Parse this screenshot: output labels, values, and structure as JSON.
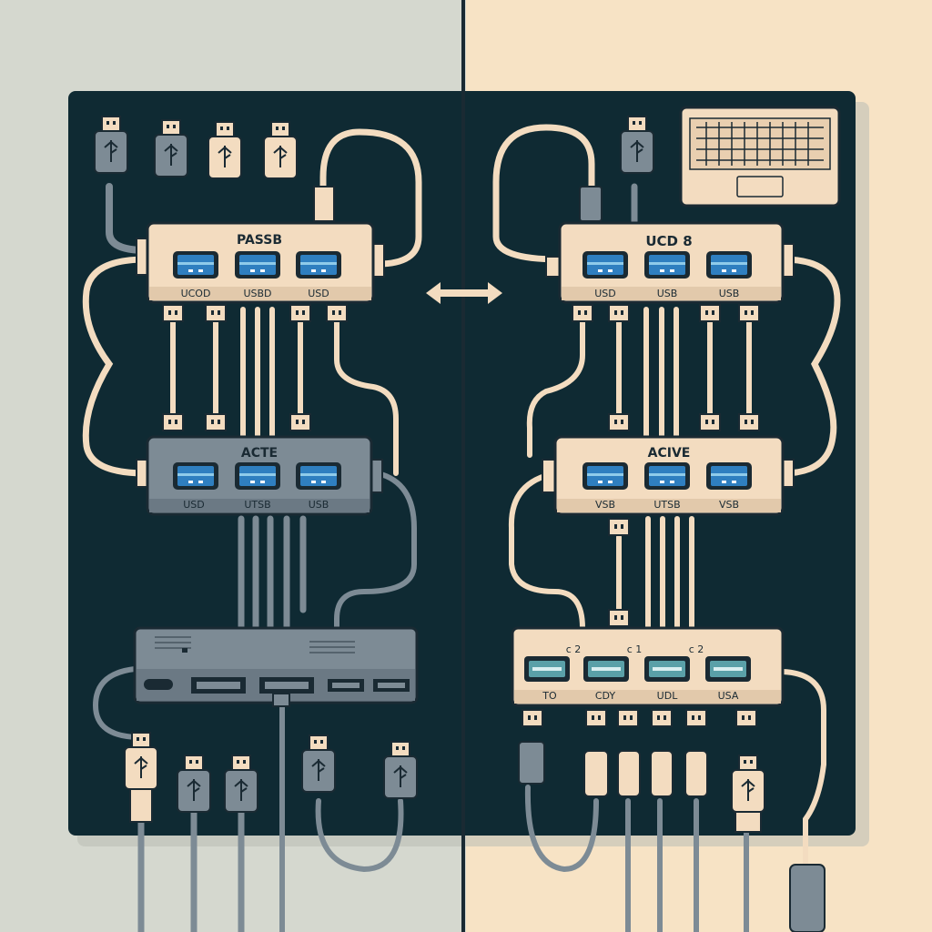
{
  "hubs": {
    "left_top": {
      "title": "PASSB",
      "ports": [
        "UCOD",
        "USBD",
        "USD"
      ]
    },
    "right_top": {
      "title": "UCD 8",
      "ports": [
        "USD",
        "USB",
        "USB"
      ]
    },
    "left_middle": {
      "title": "ACTE",
      "ports": [
        "USD",
        "UTSB",
        "USB"
      ]
    },
    "right_middle": {
      "title": "ACIVE",
      "ports": [
        "VSB",
        "UTSB",
        "VSB"
      ]
    },
    "right_bottom": {
      "ports": [
        "TO",
        "CDY",
        "UDL",
        "USA"
      ],
      "marks": [
        "c 2",
        "c 1",
        "c 2"
      ]
    }
  },
  "colors": {
    "panel": "#0f2a33",
    "beige": "#f3dcc0",
    "grey": "#7d8b95",
    "port": "#2f7fc0",
    "left_bg": "#d5d8cf",
    "right_bg": "#f7e3c5"
  }
}
